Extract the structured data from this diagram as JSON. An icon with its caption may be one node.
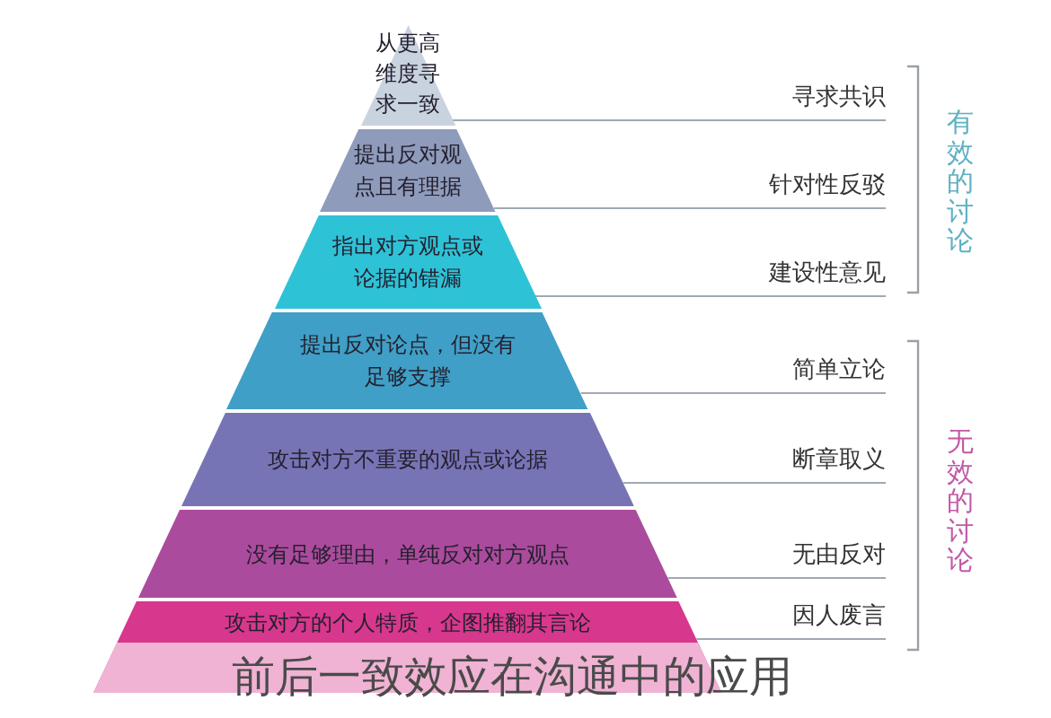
{
  "diagram": {
    "caption": "前后一致效应在沟通中的应用",
    "nodes": [
      {
        "text": [
          "从更高维度寻求一致"
        ]
      },
      {
        "text": [
          "提出反对观点且有理据"
        ]
      },
      {
        "text": [
          "指出对方观点或论据的错漏"
        ]
      },
      {
        "text": [
          "提出反对论点，但没有足够支撑"
        ]
      },
      {
        "text": [
          "攻击对方不重要的观点或论据"
        ]
      },
      {
        "text": [
          "没有足够理由，单纯反对对方观点"
        ]
      },
      {
        "text": [
          "攻击对方的个人特质，企图推翻其言论"
        ]
      },
      {
        "text": [
          "寻求共识"
        ]
      },
      {
        "text": [
          "针对性反驳"
        ]
      },
      {
        "text": [
          "建设性意见"
        ]
      },
      {
        "text": [
          "简单立论"
        ]
      },
      {
        "text": [
          "断章取义"
        ]
      },
      {
        "text": [
          "无由反对"
        ]
      },
      {
        "text": [
          "因人废言"
        ]
      }
    ],
    "edges": [
      {
        "from": 7,
        "to": 0,
        "arrow": "none"
      },
      {
        "from": 8,
        "to": 1,
        "arrow": "none"
      },
      {
        "from": 9,
        "to": 2,
        "arrow": "none"
      },
      {
        "from": 10,
        "to": 3,
        "arrow": "none"
      },
      {
        "from": 11,
        "to": 4,
        "arrow": "none"
      },
      {
        "from": 12,
        "to": 5,
        "arrow": "none"
      },
      {
        "from": 13,
        "to": 6,
        "arrow": "none"
      }
    ],
    "labels": [
      "有效的讨论",
      "无效的讨论"
    ]
  }
}
